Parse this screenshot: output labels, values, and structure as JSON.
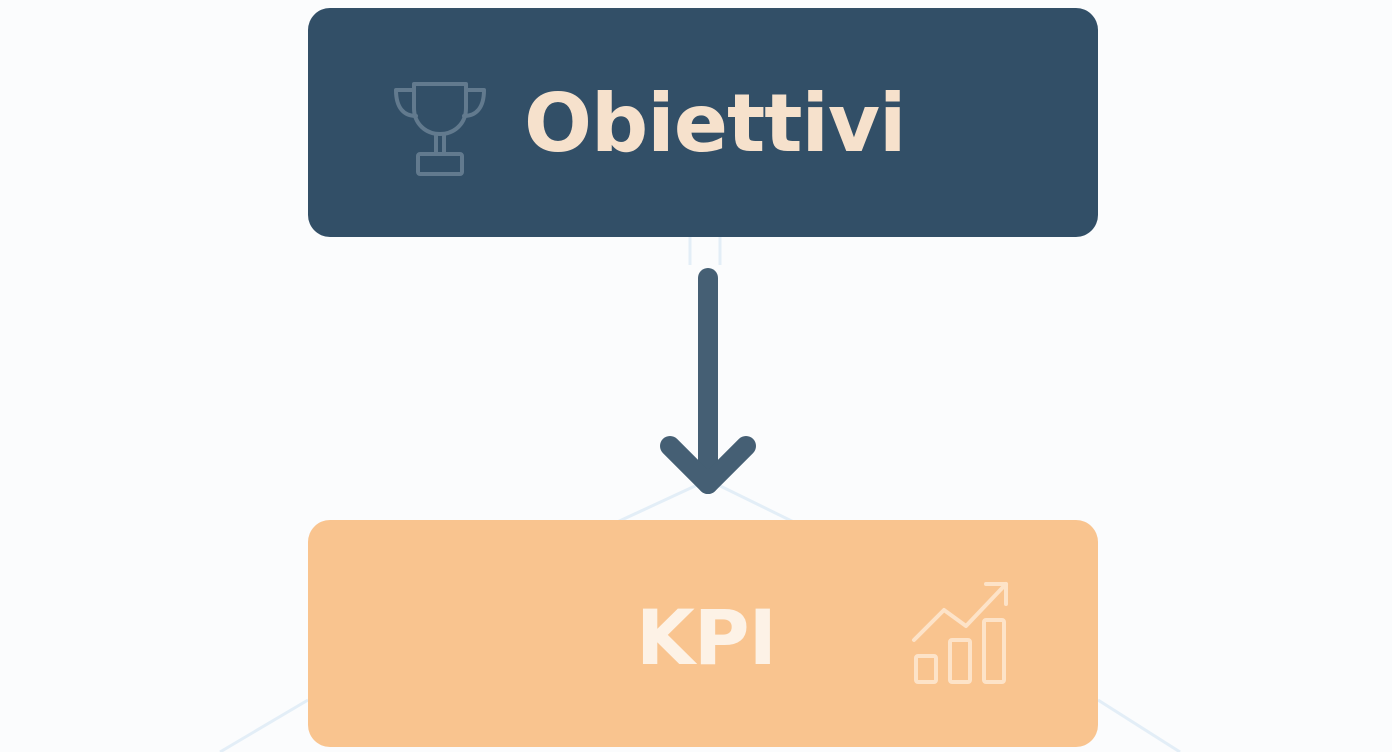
{
  "diagram": {
    "top_node": {
      "label": "Obiettivi",
      "icon": "trophy-icon"
    },
    "bottom_node": {
      "label": "KPI",
      "icon": "chart-icon"
    },
    "connector": "down-arrow",
    "colors": {
      "top_box": "#324f67",
      "top_text": "#f6e1cc",
      "bottom_box": "#f9c48f",
      "bottom_text": "#fdf2e6",
      "arrow": "#455f74",
      "bg_lines": "#e3eef7"
    }
  }
}
